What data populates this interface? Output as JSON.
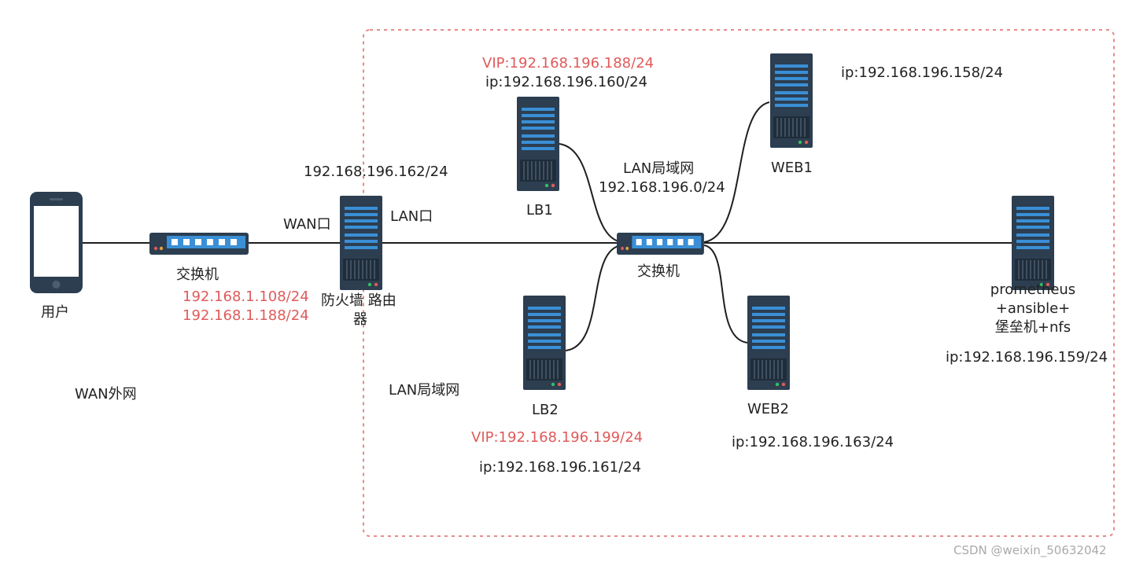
{
  "colors": {
    "accent_red": "#e05a5a",
    "text": "#222222",
    "device_dark": "#2c3e50",
    "device_blue": "#3a8fd6",
    "boundary": "#e88a8a",
    "watermark": "#aaaaaa"
  },
  "nodes": {
    "user": {
      "icon": "smartphone-icon",
      "label": "用户"
    },
    "wan_switch": {
      "icon": "switch-icon",
      "label": "交换机",
      "ip1": "192.168.1.108/24",
      "ip2": "192.168.1.188/24"
    },
    "firewall": {
      "icon": "server-icon",
      "label_line1": "防火墙 路由",
      "label_line2": "器",
      "wan_port": "WAN口",
      "lan_port": "LAN口",
      "lan_ip": "192.168.196.162/24"
    },
    "lb1": {
      "icon": "server-icon",
      "label": "LB1",
      "vip": "VIP:192.168.196.188/24",
      "ip": "ip:192.168.196.160/24"
    },
    "lb2": {
      "icon": "server-icon",
      "label": "LB2",
      "vip": "VIP:192.168.196.199/24",
      "ip": "ip:192.168.196.161/24"
    },
    "lan_switch": {
      "icon": "switch-icon",
      "label": "交换机",
      "net_label": "LAN局域网",
      "net_ip": "192.168.196.0/24"
    },
    "web1": {
      "icon": "server-icon",
      "label": "WEB1",
      "ip": "ip:192.168.196.158/24"
    },
    "web2": {
      "icon": "server-icon",
      "label": "WEB2",
      "ip": "ip:192.168.196.163/24"
    },
    "monitor": {
      "icon": "server-icon",
      "label_line1": "prometheus",
      "label_line2": "+ansible+",
      "label_line3": "堡垒机+nfs",
      "ip": "ip:192.168.196.159/24"
    }
  },
  "zones": {
    "wan": "WAN外网",
    "lan": "LAN局域网"
  },
  "watermark": "CSDN @weixin_50632042"
}
